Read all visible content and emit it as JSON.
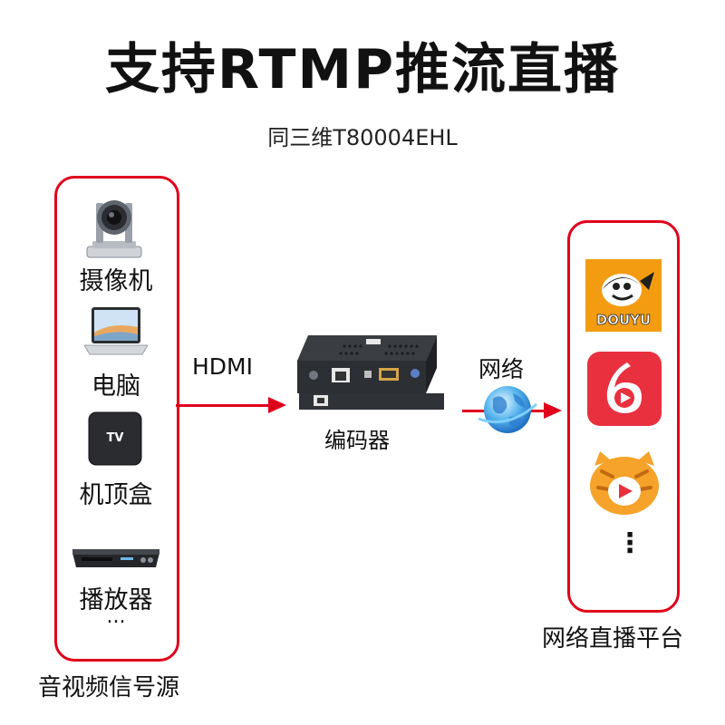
{
  "title": "支持RTMP推流直播",
  "subtitle": "同三维T80004EHL",
  "sources": {
    "items": [
      {
        "label": "摄像机",
        "icon": "ptz-camera-icon"
      },
      {
        "label": "电脑",
        "icon": "laptop-icon"
      },
      {
        "label": "机顶盒",
        "icon": "set-top-box-icon"
      },
      {
        "label": "播放器",
        "icon": "dvd-player-icon"
      }
    ],
    "ellipsis": "...",
    "group_label": "音视频信号源",
    "tv_box_text": "TV"
  },
  "link_hdmi": "HDMI",
  "encoder": {
    "label": "编码器",
    "icon": "encoder-box-icon"
  },
  "link_network": "网络",
  "platforms": {
    "items": [
      {
        "name": "douyu-logo",
        "logo_text": "DOUYU",
        "color": "#f39c12"
      },
      {
        "name": "six-rooms-logo",
        "color": "#e8303f"
      },
      {
        "name": "huya-logo",
        "color": "#f5a32a"
      }
    ],
    "more": "⋮",
    "group_label": "网络直播平台"
  },
  "colors": {
    "accent": "#e0001b",
    "text": "#111111"
  }
}
